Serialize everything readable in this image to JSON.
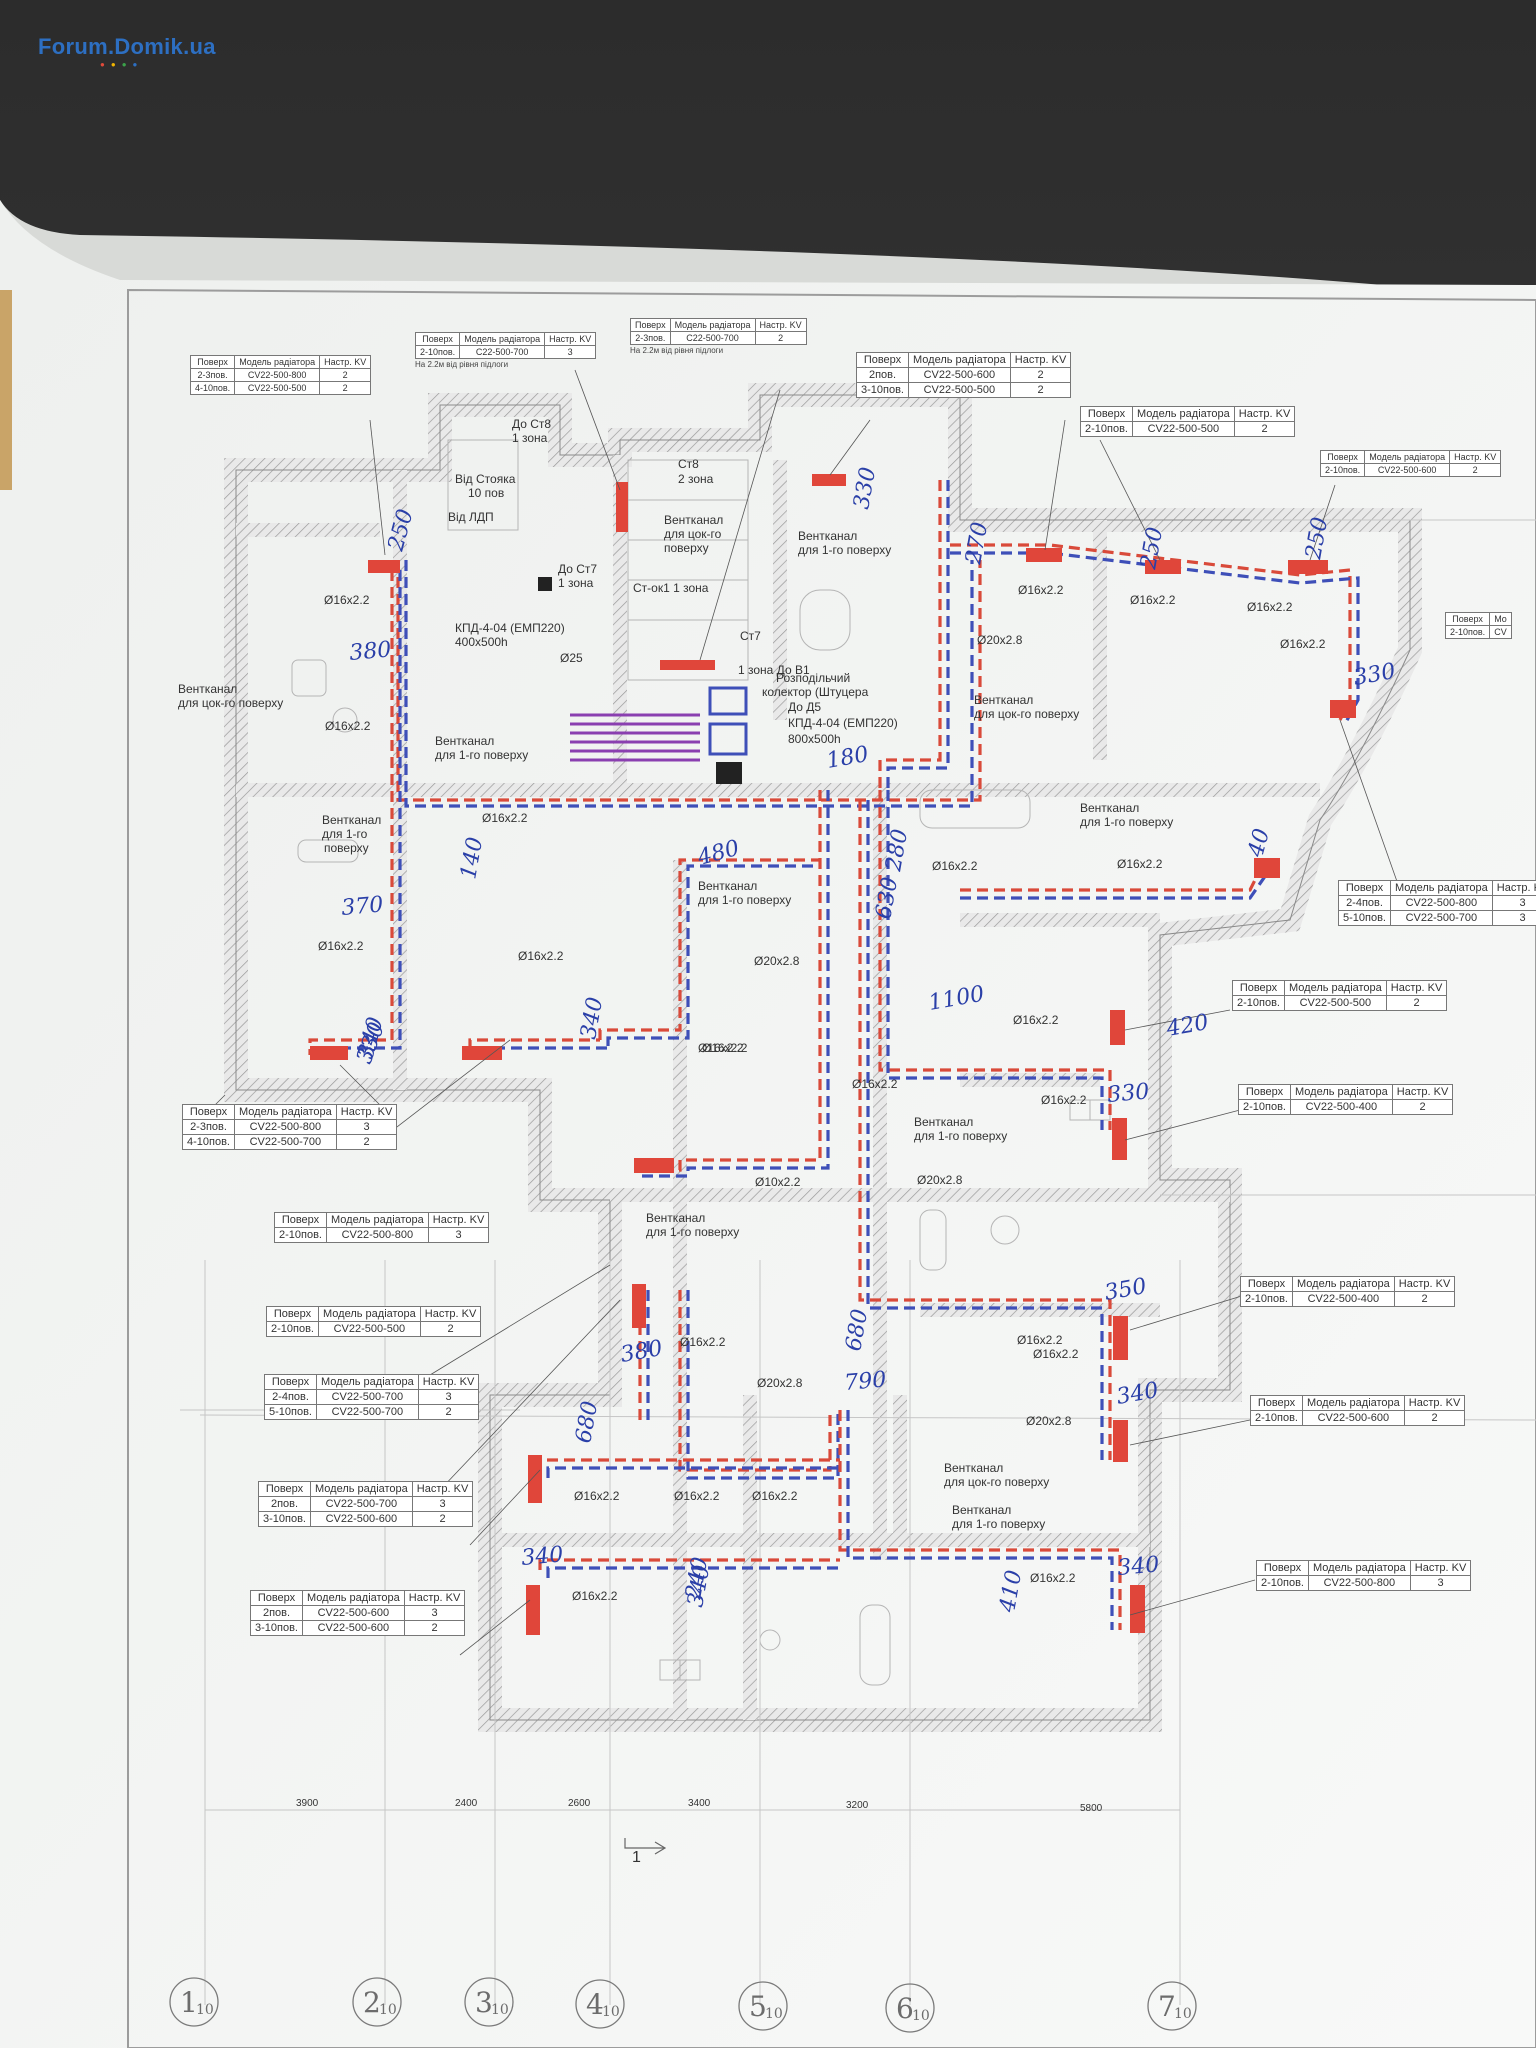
{
  "watermark": {
    "text": "Forum.Domik.ua"
  },
  "palette": {
    "supply_pipe": "#d94a3a",
    "return_pipe": "#3e4fb8",
    "radiator": "#e0463a",
    "paper": "#f7f8f6",
    "desk": "#3c3c3c"
  },
  "plan_labels": [
    "До Ст8",
    "1 зона",
    "Ст8",
    "2 зона",
    "Від Стояка",
    "10 пов",
    "Від ЛДП",
    "Вентканал",
    "для цок-го",
    "поверху",
    "Ст-ок1 1 зона",
    "До Ст7",
    "1 зона",
    "КПД-4-04 (ЕМП220)",
    "400х500h",
    "Ø25",
    "Ст7",
    "1 зона До В1",
    "Розподільчий",
    "колектор (Штуцера",
    "До Д5",
    "КПД-4-04 (ЕМП220)",
    "800х500h",
    "Вентканал",
    "для 1-го поверху",
    "Вентканал",
    "для цок-го поверху",
    "Вентканал",
    "для 1-го",
    "поверху",
    "Вентканал",
    "для цок-го поверху",
    "Вентканал",
    "для 1-го поверху",
    "Вентканал",
    "для 1-го поверху",
    "Вентканал",
    "для 1-го поверху",
    "Вентканал",
    "для 1-го поверху",
    "Вентканал",
    "для цок-го поверху",
    "Вентканал",
    "для 1-го поверху",
    "Вентканал",
    "для 1-го поверху",
    "Ø16х2.2",
    "Ø16х2.2",
    "Ø16х2.2",
    "Ø16х2.2",
    "Ø16х2.2",
    "Ø16х2.2",
    "Ø16х2.2",
    "Ø16х2.2",
    "Ø16х2.2",
    "Ø16х2.2",
    "Ø16х2.2",
    "Ø16х2.2",
    "Ø16х2.2",
    "Ø16х2.2",
    "Ø16х2.2",
    "Ø16х2.2",
    "Ø16х2.2",
    "Ø16х2.2",
    "Ø16х2.2",
    "Ø16х2.2",
    "Ø16х2.2",
    "Ø16х2.2",
    "Ø16х2.2",
    "Ø16х2.2",
    "Ø20х2.8",
    "Ø20х2.8",
    "Ø20х2.8",
    "Ø20х2.8",
    "Ø20х2.8",
    "Ø10х2.2"
  ],
  "handwritten": [
    "250",
    "380",
    "370",
    "330",
    "140",
    "340",
    "480",
    "330",
    "270",
    "250",
    "250",
    "330",
    "40",
    "180",
    "280",
    "630",
    "1100",
    "420",
    "330",
    "350",
    "340",
    "340",
    "790",
    "680",
    "380",
    "680",
    "340",
    "340",
    "410",
    "340",
    "240"
  ],
  "dimensions": [
    "3900",
    "2400",
    "2600",
    "3400",
    "3200",
    "5800"
  ],
  "section_mark": "1",
  "axes": [
    {
      "num": "1",
      "sub": "10"
    },
    {
      "num": "2",
      "sub": "10"
    },
    {
      "num": "3",
      "sub": "10"
    },
    {
      "num": "4",
      "sub": "10"
    },
    {
      "num": "5",
      "sub": "10"
    },
    {
      "num": "6",
      "sub": "10"
    },
    {
      "num": "7",
      "sub": "10"
    }
  ],
  "radiator_tables": [
    {
      "header": [
        "Поверх",
        "Модель радіатора",
        "Настр. KV"
      ],
      "rows": [
        [
          "2-3пов.",
          "CV22-500-800",
          "2"
        ],
        [
          "4-10пов.",
          "CV22-500-500",
          "2"
        ]
      ]
    },
    {
      "header": [
        "Поверх",
        "Модель радіатора",
        "Настр. KV"
      ],
      "rows": [
        [
          "2-10пов.",
          "C22-500-700",
          "3"
        ]
      ],
      "note": "На 2.2м від рівня підлоги"
    },
    {
      "header": [
        "Поверх",
        "Модель радіатора",
        "Настр. KV"
      ],
      "rows": [
        [
          "2-3пов.",
          "C22-500-700",
          "2"
        ]
      ],
      "note": "На 2.2м від рівня підлоги"
    },
    {
      "header": [
        "Поверх",
        "Модель радіатора",
        "Настр. KV"
      ],
      "rows": [
        [
          "2пов.",
          "CV22-500-600",
          "2"
        ],
        [
          "3-10пов.",
          "CV22-500-500",
          "2"
        ]
      ]
    },
    {
      "header": [
        "Поверх",
        "Модель радіатора",
        "Настр. KV"
      ],
      "rows": [
        [
          "2-10пов.",
          "CV22-500-500",
          "2"
        ]
      ]
    },
    {
      "header": [
        "Поверх",
        "Модель радіатора",
        "Настр. KV"
      ],
      "rows": [
        [
          "2-10пов.",
          "CV22-500-600",
          "2"
        ]
      ]
    },
    {
      "header": [
        "Поверх",
        "Мо"
      ],
      "rows": [
        [
          "2-10пов.",
          "CV"
        ]
      ]
    },
    {
      "header": [
        "Поверх",
        "Модель радіатора",
        "Настр. KV"
      ],
      "rows": [
        [
          "2-4пов.",
          "CV22-500-800",
          "3"
        ],
        [
          "5-10пов.",
          "CV22-500-700",
          "3"
        ]
      ]
    },
    {
      "header": [
        "Поверх",
        "Модель радіатора",
        "Настр. KV"
      ],
      "rows": [
        [
          "2-10пов.",
          "CV22-500-500",
          "2"
        ]
      ]
    },
    {
      "header": [
        "Поверх",
        "Модель радіатора",
        "Настр. KV"
      ],
      "rows": [
        [
          "2-10пов.",
          "CV22-500-400",
          "2"
        ]
      ]
    },
    {
      "header": [
        "Поверх",
        "Модель радіатора",
        "Настр. KV"
      ],
      "rows": [
        [
          "2-10пов.",
          "CV22-500-400",
          "2"
        ]
      ]
    },
    {
      "header": [
        "Поверх",
        "Модель радіатора",
        "Настр. KV"
      ],
      "rows": [
        [
          "2-10пов.",
          "CV22-500-600",
          "2"
        ]
      ]
    },
    {
      "header": [
        "Поверх",
        "Модель радіатора",
        "Настр. KV"
      ],
      "rows": [
        [
          "2-10пов.",
          "CV22-500-800",
          "3"
        ]
      ]
    },
    {
      "header": [
        "Поверх",
        "Модель радіатора",
        "Настр. KV"
      ],
      "rows": [
        [
          "2-3пов.",
          "CV22-500-800",
          "3"
        ],
        [
          "4-10пов.",
          "CV22-500-700",
          "2"
        ]
      ]
    },
    {
      "header": [
        "Поверх",
        "Модель радіатора",
        "Настр. KV"
      ],
      "rows": [
        [
          "2-10пов.",
          "CV22-500-800",
          "3"
        ]
      ]
    },
    {
      "header": [
        "Поверх",
        "Модель радіатора",
        "Настр. KV"
      ],
      "rows": [
        [
          "2-10пов.",
          "CV22-500-500",
          "2"
        ]
      ]
    },
    {
      "header": [
        "Поверх",
        "Модель радіатора",
        "Настр. KV"
      ],
      "rows": [
        [
          "2-4пов.",
          "CV22-500-700",
          "3"
        ],
        [
          "5-10пов.",
          "CV22-500-700",
          "2"
        ]
      ]
    },
    {
      "header": [
        "Поверх",
        "Модель радіатора",
        "Настр. KV"
      ],
      "rows": [
        [
          "2пов.",
          "CV22-500-700",
          "3"
        ],
        [
          "3-10пов.",
          "CV22-500-600",
          "2"
        ]
      ]
    },
    {
      "header": [
        "Поверх",
        "Модель радіатора",
        "Настр. KV"
      ],
      "rows": [
        [
          "2пов.",
          "CV22-500-600",
          "3"
        ],
        [
          "3-10пов.",
          "CV22-500-600",
          "2"
        ]
      ]
    }
  ]
}
